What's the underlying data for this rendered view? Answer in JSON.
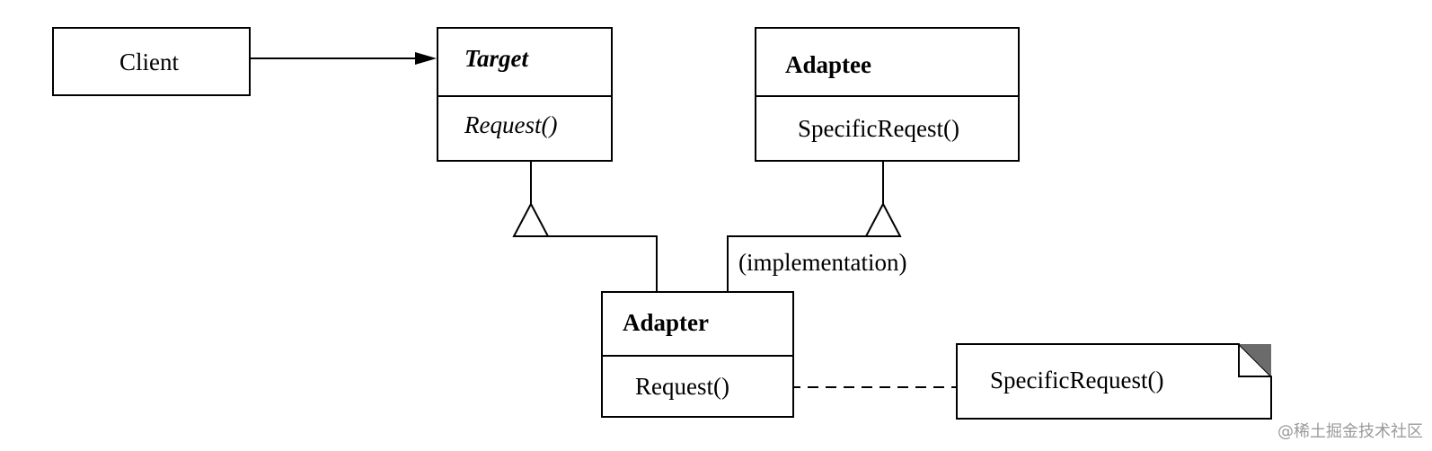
{
  "classes": {
    "client": {
      "name": "Client"
    },
    "target": {
      "name": "Target",
      "method": "Request()"
    },
    "adaptee": {
      "name": "Adaptee",
      "method": "SpecificReqest()"
    },
    "adapter": {
      "name": "Adapter",
      "method": "Request()"
    }
  },
  "labels": {
    "implementation": "(implementation)"
  },
  "note": {
    "text": "SpecificRequest()"
  },
  "watermark": "@稀土掘金技术社区",
  "colors": {
    "line": "#000000",
    "note_corner": "#6b6b6b",
    "watermark": "#9a9a9a"
  }
}
